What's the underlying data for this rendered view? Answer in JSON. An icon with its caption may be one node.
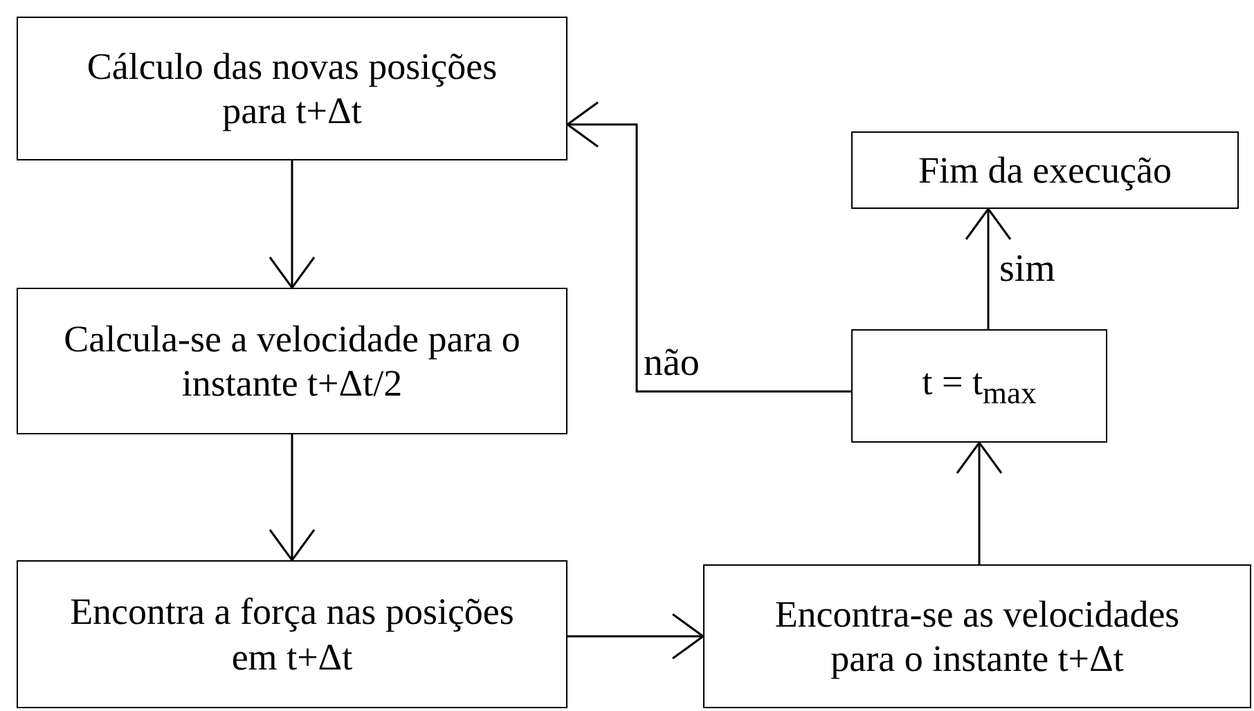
{
  "diagram": {
    "nodes": [
      {
        "text": [
          "Cálculo das novas posições para t+Δt"
        ]
      },
      {
        "text": [
          "Calcula-se a velocidade para o instante t+Δt/2"
        ]
      },
      {
        "text": [
          "Encontra a força nas posições em t+Δt"
        ]
      },
      {
        "text": [
          "Encontra-se as velocidades para o instante t+Δt"
        ]
      },
      {
        "text": [
          "t = t$_{max}$"
        ]
      },
      {
        "text": [
          "Fim da execução"
        ]
      }
    ],
    "edges": [
      {
        "from": 0,
        "to": 1,
        "arrow": "to"
      },
      {
        "from": 1,
        "to": 2,
        "arrow": "to"
      },
      {
        "from": 2,
        "to": 3,
        "arrow": "to"
      },
      {
        "from": 3,
        "to": 4,
        "arrow": "to"
      },
      {
        "from": 4,
        "to": 5,
        "arrow": "to",
        "label": "sim"
      },
      {
        "from": 4,
        "to": 0,
        "arrow": "to",
        "label": "não"
      }
    ]
  }
}
